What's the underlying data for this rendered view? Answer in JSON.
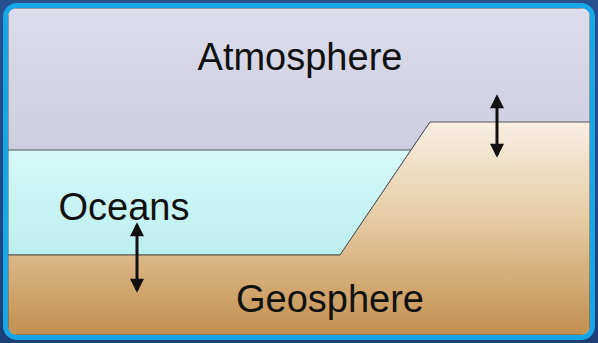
{
  "diagram": {
    "nodes": [
      {
        "text": [
          "Atmosphere"
        ]
      },
      {
        "text": [
          "Oceans"
        ]
      },
      {
        "text": [
          "Geosphere"
        ]
      }
    ],
    "edges": [
      {
        "from": 0,
        "to": 2,
        "arrow": "both"
      },
      {
        "from": 1,
        "to": 2,
        "arrow": "both"
      }
    ]
  }
}
